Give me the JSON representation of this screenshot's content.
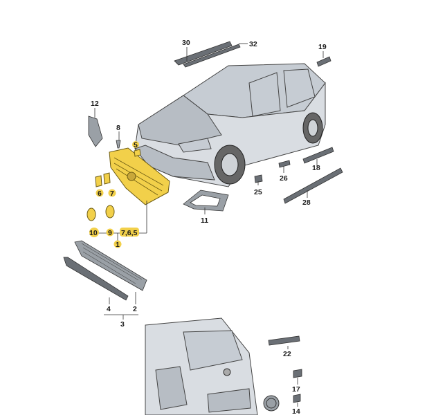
{
  "callouts": [
    {
      "id": "c30",
      "label": "30"
    },
    {
      "id": "c32",
      "label": "32"
    },
    {
      "id": "c19",
      "label": "19"
    },
    {
      "id": "c12",
      "label": "12"
    },
    {
      "id": "c8",
      "label": "8"
    },
    {
      "id": "c5",
      "label": "5"
    },
    {
      "id": "c6",
      "label": "6"
    },
    {
      "id": "c7",
      "label": "7"
    },
    {
      "id": "c10",
      "label": "10"
    },
    {
      "id": "c9",
      "label": "9"
    },
    {
      "id": "c765",
      "label": "7,6,5"
    },
    {
      "id": "c1",
      "label": "1"
    },
    {
      "id": "c11",
      "label": "11"
    },
    {
      "id": "c25",
      "label": "25"
    },
    {
      "id": "c26",
      "label": "26"
    },
    {
      "id": "c18",
      "label": "18"
    },
    {
      "id": "c28",
      "label": "28"
    },
    {
      "id": "c4",
      "label": "4"
    },
    {
      "id": "c2",
      "label": "2"
    },
    {
      "id": "c3",
      "label": "3"
    },
    {
      "id": "c22",
      "label": "22"
    },
    {
      "id": "c17",
      "label": "17"
    },
    {
      "id": "c14",
      "label": "14"
    }
  ],
  "colors": {
    "highlight": "#f2d04a",
    "line": "#333333",
    "body": "#d9dde2"
  }
}
